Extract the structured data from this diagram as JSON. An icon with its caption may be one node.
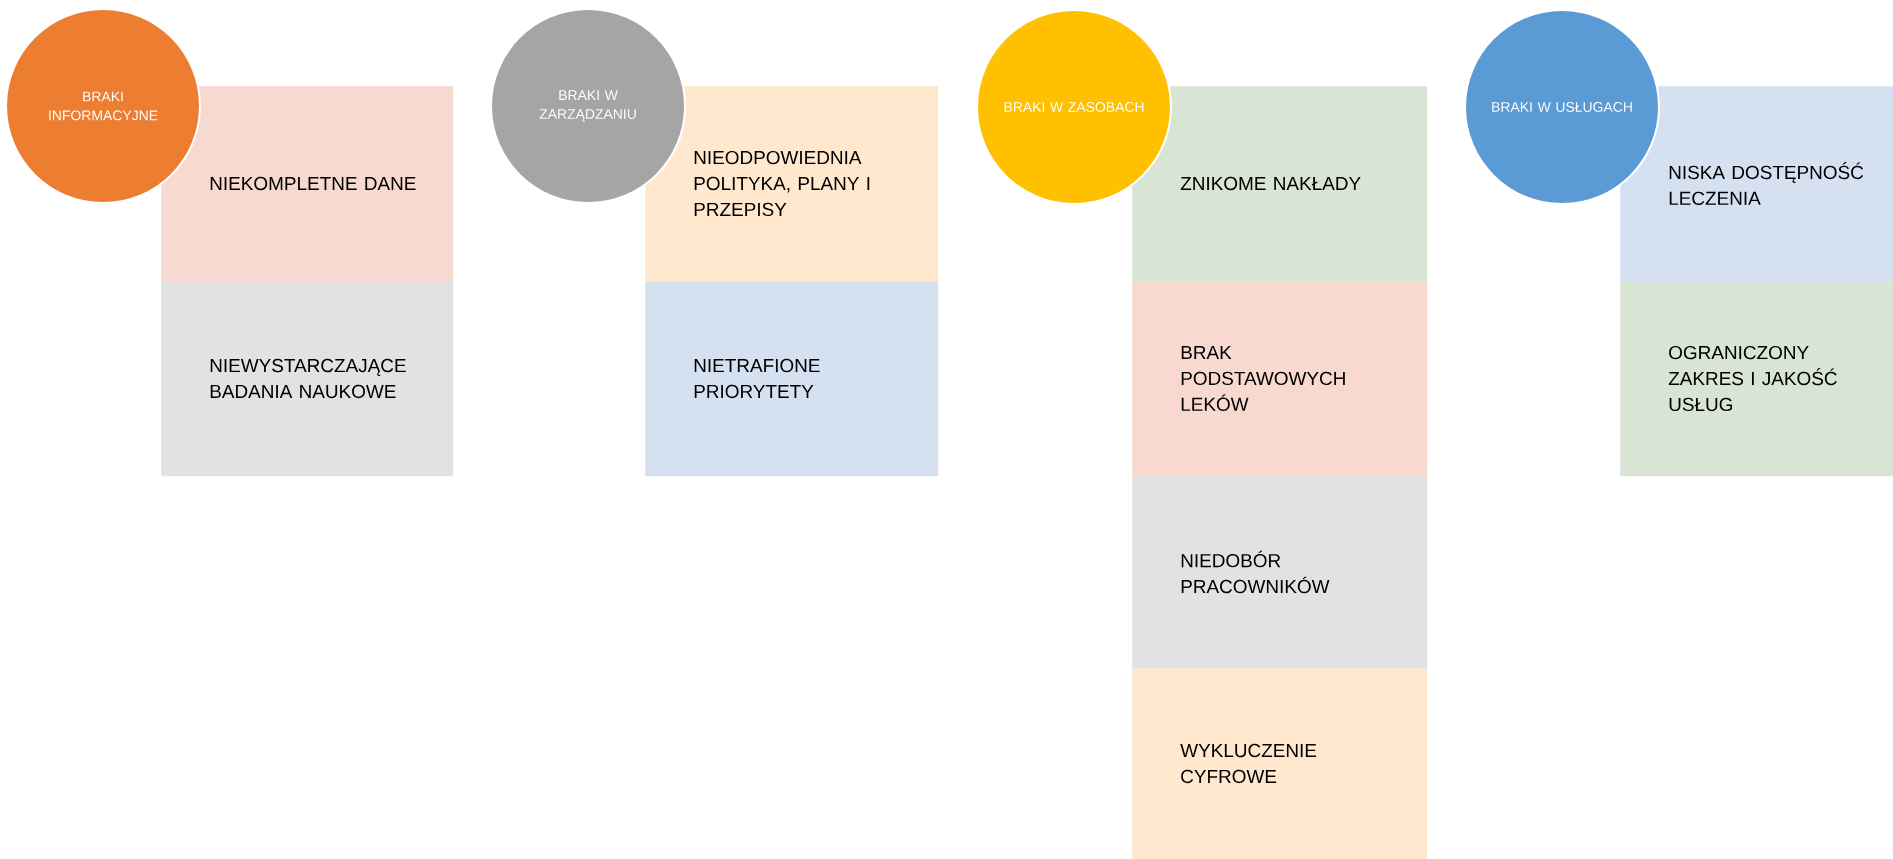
{
  "diagram": {
    "nodes": [
      {
        "text": [
          "BRAKI INFORMACYJNE"
        ]
      },
      {
        "text": [
          "NIEKOMPLETNE DANE"
        ]
      },
      {
        "text": [
          "NIEWYSTARCZAJĄCE BADANIA NAUKOWE"
        ]
      },
      {
        "text": [
          "BRAKI W ZARZĄDZANIU"
        ]
      },
      {
        "text": [
          "NIEODPOWIEDNIA POLITYKA, PLANY I PRZEPISY"
        ]
      },
      {
        "text": [
          "NIETRAFIONE PRIORYTETY"
        ]
      },
      {
        "text": [
          "BRAKI W ZASOBACH"
        ]
      },
      {
        "text": [
          "ZNIKOME NAKŁADY"
        ]
      },
      {
        "text": [
          "BRAK PODSTAWOWYCH LEKÓW"
        ]
      },
      {
        "text": [
          "NIEDOBÓR PRACOWNIKÓW"
        ]
      },
      {
        "text": [
          "WYKLUCZENIE CYFROWE"
        ]
      },
      {
        "text": [
          "BRAKI W USŁUGACH"
        ]
      },
      {
        "text": [
          "NISKA DOSTĘPNOŚĆ LECZENIA"
        ]
      },
      {
        "text": [
          "OGRANICZONY ZAKRES I JAKOŚĆ USŁUG"
        ]
      }
    ]
  }
}
